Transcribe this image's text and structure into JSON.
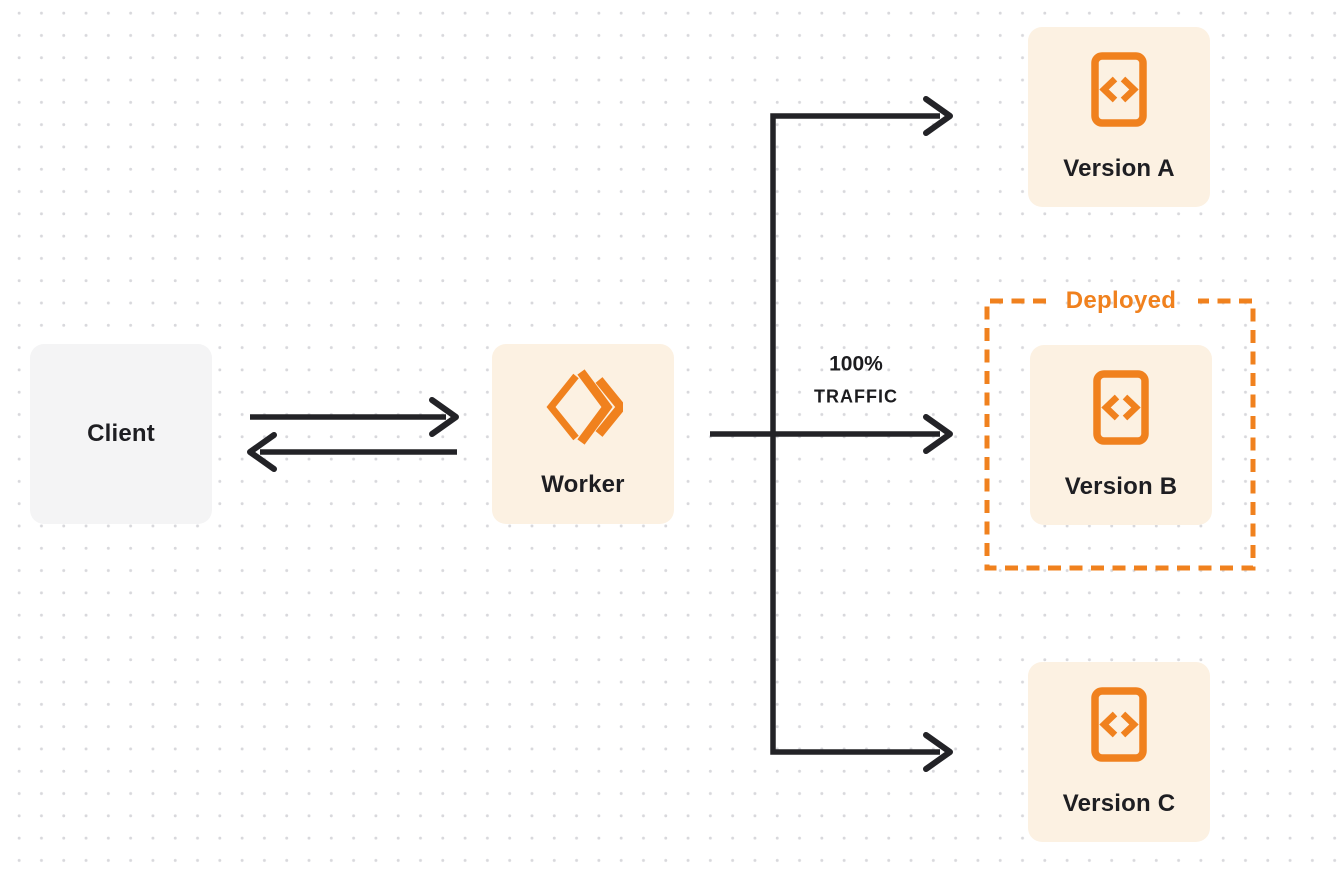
{
  "diagram": {
    "nodes": {
      "client": {
        "label": "Client"
      },
      "worker": {
        "label": "Worker",
        "icon": "cloudflare-workers-logo-icon"
      },
      "version_a": {
        "label": "Version A",
        "icon": "code-file-icon"
      },
      "version_b": {
        "label": "Version B",
        "icon": "code-file-icon"
      },
      "version_c": {
        "label": "Version C",
        "icon": "code-file-icon"
      }
    },
    "groups": {
      "deployed": {
        "label": "Deployed"
      }
    },
    "traffic_annotation": {
      "line1": "100%",
      "line2": "TRAFFIC"
    }
  },
  "colors": {
    "accent_orange": "#f0811e",
    "warm_node_fill": "#fcf1e2",
    "gray_node_fill": "#f4f4f5",
    "ink": "#232327",
    "dot_grid": "#d8d8dc",
    "background": "#ffffff"
  }
}
